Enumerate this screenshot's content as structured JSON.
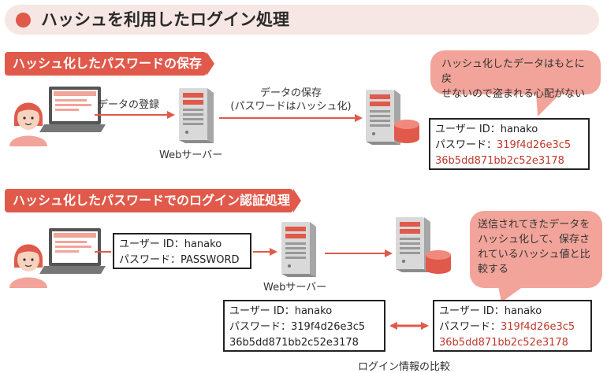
{
  "title": "ハッシュを利用したログイン処理",
  "section1": {
    "banner": "ハッシュ化したパスワードの保存",
    "arrow1_label": "データの登録",
    "arrow2_label_line1": "データの保存",
    "arrow2_label_line2": "(パスワードはハッシュ化)",
    "server_label": "Webサーバー",
    "bubble_line1": "ハッシュ化したデータはもとに戻",
    "bubble_line2": "せないので盗まれる心配がない",
    "stored": {
      "user_label": "ユーザー ID：",
      "user_value": "hanako",
      "pass_label": "パスワード：",
      "hash_part1": "319f4d26e3c5",
      "hash_part2": "36b5dd871bb2c52e3178"
    }
  },
  "section2": {
    "banner": "ハッシュ化したパスワードでのログイン認証処理",
    "login": {
      "user_label": "ユーザー ID：",
      "user_value": "hanako",
      "pass_label": "パスワード：",
      "pass_value": "PASSWORD"
    },
    "server_label": "Webサーバー",
    "bubble_line1": "送信されてきたデータを",
    "bubble_line2": "ハッシュ化して、保存さ",
    "bubble_line3": "れているハッシュ値と比",
    "bubble_line4": "較する",
    "compare_left": {
      "user_label": "ユーザー ID：",
      "user_value": "hanako",
      "pass_label": "パスワード：",
      "hash_part1": "319f4d26e3c5",
      "hash_part2": "36b5dd871bb2c52e3178"
    },
    "compare_right": {
      "user_label": "ユーザー ID：",
      "user_value": "hanako",
      "pass_label": "パスワード：",
      "hash_part1": "319f4d26e3c5",
      "hash_part2": "36b5dd871bb2c52e3178"
    },
    "compare_caption": "ログイン情報の比較"
  },
  "colors": {
    "accent": "#e0594a",
    "bubble": "#f2a49a",
    "hash_text": "#c0392b",
    "title_bg": "#f6e7e4"
  }
}
